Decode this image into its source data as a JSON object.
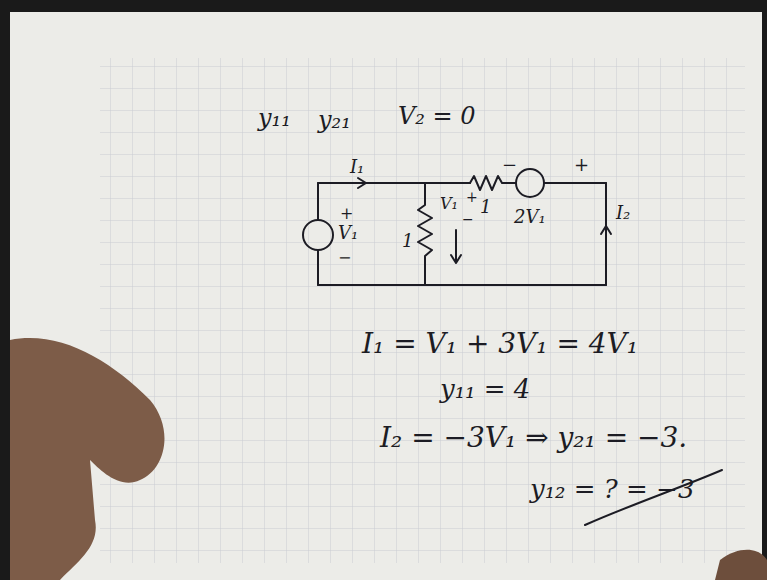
{
  "diagram": {
    "labels": [
      "y₁₁",
      "y₂₁",
      "V₂ = 0",
      "I₁",
      "V₁",
      "+",
      "−",
      "V₁",
      "+",
      "−",
      "1",
      "1",
      "−",
      "+",
      "2V₁",
      "I₂",
      "I₁ = V₁ + 3V₁ = 4V₁",
      "y₁₁ = 4",
      "I₂ = −3V₁ ⇒ y₂₁ = −3.",
      "y₁₂ = ? = −3"
    ]
  }
}
